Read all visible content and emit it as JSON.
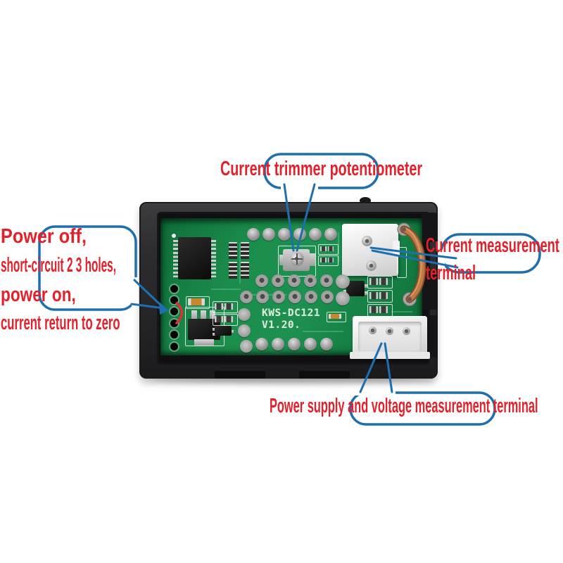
{
  "annotations": {
    "trimmer": {
      "label": "Current trimmer potentiometer"
    },
    "zero_reset": {
      "lines": [
        "Power off,",
        "short-circuit 2 3 holes,",
        "power on,",
        "current return to zero"
      ]
    },
    "current_terminal": {
      "lines": [
        "Current measurement",
        "terminal"
      ]
    },
    "power_terminal": {
      "label": "Power supply and voltage measurement terminal"
    }
  },
  "pcb": {
    "model": "KWS-DC121",
    "version": "V1.20."
  },
  "colors": {
    "annotation_red": "#e4202a",
    "callout_blue": "#1d6fae",
    "pcb_green": "#1b8c4b",
    "copper": "#bf7a45",
    "bezel_dark": "#2c2c2e",
    "connector_white": "#f4f4f4",
    "zero_mark_red": "#e03030"
  }
}
